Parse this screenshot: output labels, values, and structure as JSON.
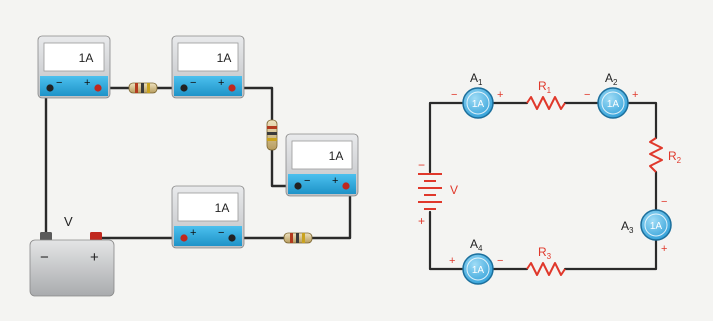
{
  "pictorial": {
    "meters": [
      {
        "id": "meter-1",
        "reading": "1A",
        "neg": "−",
        "pos": "+"
      },
      {
        "id": "meter-2",
        "reading": "1A",
        "neg": "−",
        "pos": "+"
      },
      {
        "id": "meter-3",
        "reading": "1A",
        "neg": "−",
        "pos": "+"
      },
      {
        "id": "meter-4",
        "reading": "1A",
        "neg": "+",
        "pos": "−"
      }
    ],
    "battery": {
      "label": "V",
      "neg": "−",
      "pos": "+"
    }
  },
  "schematic": {
    "ammeters": [
      {
        "id": "A1",
        "name": "A",
        "sub": "1",
        "reading": "1A",
        "left_sign": "−",
        "right_sign": "+"
      },
      {
        "id": "A2",
        "name": "A",
        "sub": "2",
        "reading": "1A",
        "left_sign": "−",
        "right_sign": "+"
      },
      {
        "id": "A3",
        "name": "A",
        "sub": "3",
        "reading": "1A",
        "top_sign": "−",
        "bottom_sign": "+"
      },
      {
        "id": "A4",
        "name": "A",
        "sub": "4",
        "reading": "1A",
        "left_sign": "+",
        "right_sign": "−"
      }
    ],
    "resistors": [
      {
        "id": "R1",
        "name": "R",
        "sub": "1"
      },
      {
        "id": "R2",
        "name": "R",
        "sub": "2"
      },
      {
        "id": "R3",
        "name": "R",
        "sub": "3"
      }
    ],
    "source": {
      "label": "V",
      "neg": "−",
      "pos": "+"
    }
  },
  "colors": {
    "meter_face": "#3bb0e3",
    "meter_body": "#d9dadc",
    "wire": "#2a2a2a",
    "schematic_label": "#e0382b",
    "ammeter_fill": "#4fb6e6",
    "battery_body": "#cfd0d2"
  }
}
